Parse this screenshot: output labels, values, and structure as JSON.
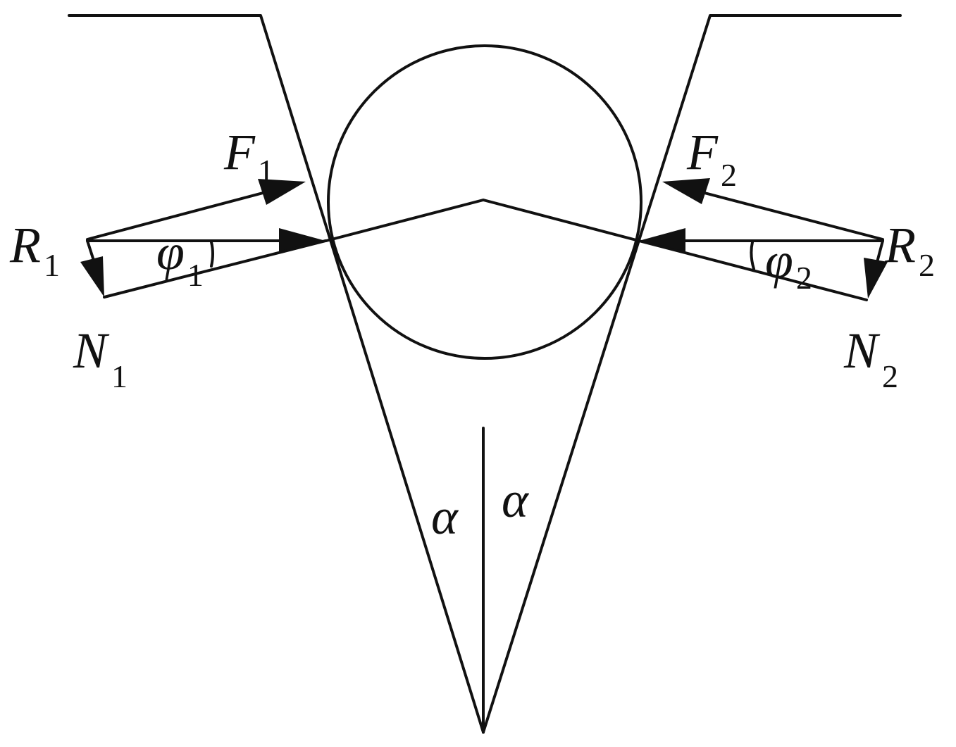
{
  "colors": {
    "ink": "#111111",
    "background": "#ffffff"
  },
  "labels": {
    "F1": {
      "main": "F",
      "sub": "1"
    },
    "F2": {
      "main": "F",
      "sub": "2"
    },
    "R1": {
      "main": "R",
      "sub": "1"
    },
    "R2": {
      "main": "R",
      "sub": "2"
    },
    "N1": {
      "main": "N",
      "sub": "1"
    },
    "N2": {
      "main": "N",
      "sub": "2"
    },
    "phi1": {
      "main": "φ",
      "sub": "1"
    },
    "phi2": {
      "main": "φ",
      "sub": "2"
    },
    "alpha_left": {
      "main": "α"
    },
    "alpha_right": {
      "main": "α"
    }
  }
}
